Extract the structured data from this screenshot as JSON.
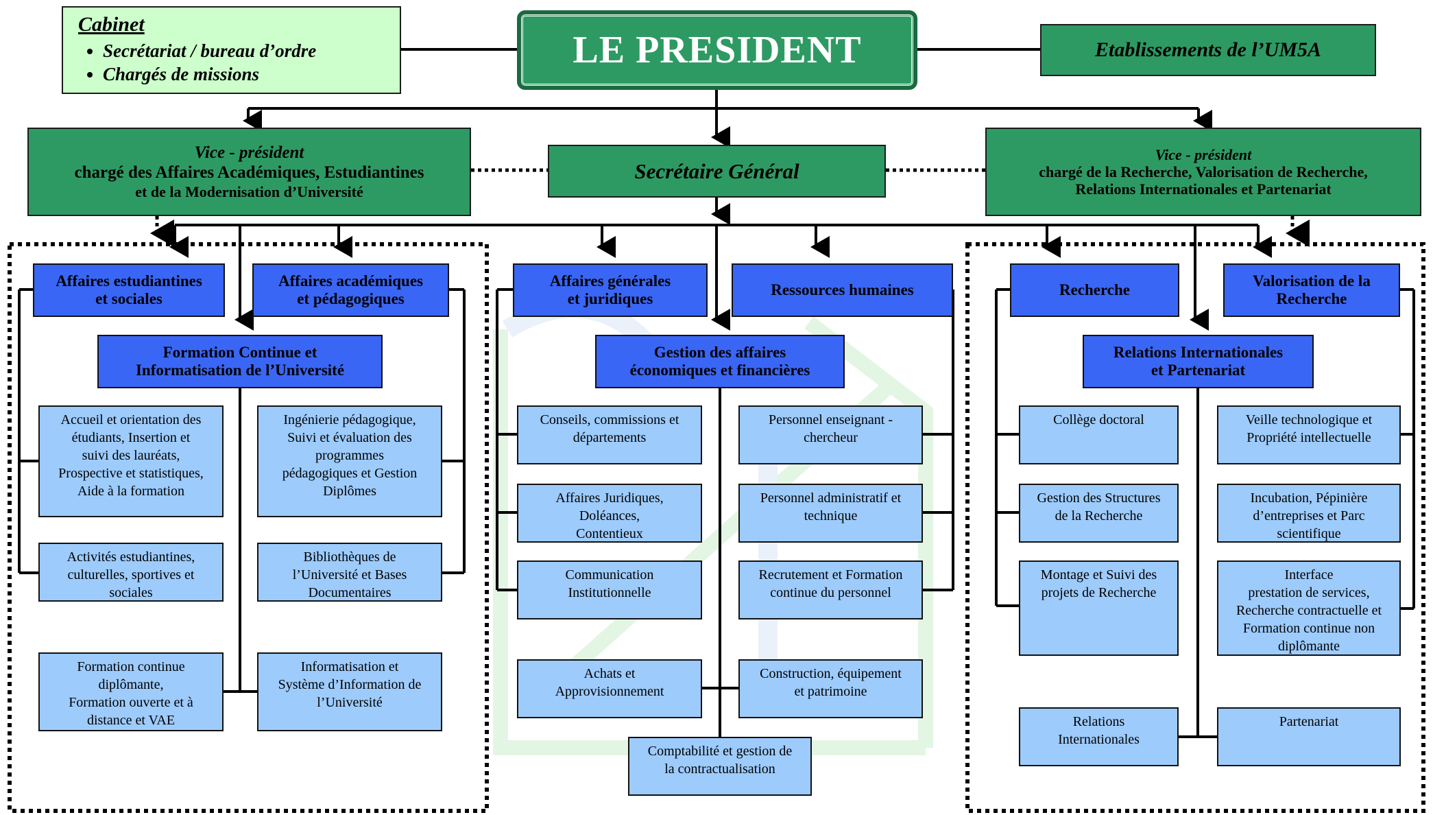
{
  "header": {
    "president": "LE PRESIDENT",
    "establishments": "Etablissements de l’UM5A",
    "cabinet": {
      "title": "Cabinet",
      "items": [
        "Secrétariat / bureau d’ordre",
        "Chargés de missions"
      ]
    }
  },
  "vp_left": {
    "role": "Vice - président",
    "line1": "chargé des Affaires Académiques, Estudiantines",
    "line2": "et de la Modernisation d’Université"
  },
  "secretary_general": "Secrétaire Général",
  "vp_right": {
    "role": "Vice - président",
    "line1": "chargé de la Recherche, Valorisation de Recherche,",
    "line2": "Relations Internationales et Partenariat"
  },
  "left_group": {
    "aff_etud": [
      "Affaires estudiantines",
      "et sociales"
    ],
    "aff_acad": [
      "Affaires académiques",
      "et pédagogiques"
    ],
    "formation": [
      "Formation Continue et",
      "Informatisation de l’Université"
    ],
    "services": {
      "accueil": [
        "Accueil et orientation des",
        "étudiants, Insertion et",
        "suivi des lauréats,",
        "Prospective et statistiques,",
        "Aide à la formation"
      ],
      "ingenierie": [
        "Ingénierie pédagogique,",
        "Suivi et évaluation des",
        "programmes",
        "pédagogiques et Gestion",
        "Diplômes"
      ],
      "activites": [
        "Activités estudiantines,",
        "culturelles, sportives et",
        "sociales"
      ],
      "bibliotheques": [
        "Bibliothèques de",
        "l’Université et Bases",
        "Documentaires"
      ],
      "formation_continue": [
        "Formation continue",
        "diplômante,",
        "Formation ouverte et à",
        "distance et VAE"
      ],
      "informatisation": [
        "Informatisation et",
        "Système d’Information de",
        "l’Université"
      ]
    }
  },
  "center_group": {
    "aff_gen": [
      "Affaires générales",
      "et juridiques"
    ],
    "rh": [
      "Ressources humaines"
    ],
    "gestion": [
      "Gestion des affaires",
      "économiques et financières"
    ],
    "services": {
      "conseils": [
        "Conseils, commissions et",
        "départements"
      ],
      "personnel_ens": [
        "Personnel enseignant -",
        "chercheur"
      ],
      "aff_jur": [
        "Affaires Juridiques,",
        "Doléances,",
        "Contentieux"
      ],
      "personnel_adm": [
        "Personnel administratif et",
        "technique"
      ],
      "communication": [
        "Communication",
        "Institutionnelle"
      ],
      "recrutement": [
        "Recrutement et Formation",
        "continue du personnel"
      ],
      "achats": [
        "Achats et",
        "Approvisionnement"
      ],
      "construction": [
        "Construction, équipement",
        "et patrimoine"
      ],
      "comptabilite": [
        "Comptabilité et gestion de",
        "la contractualisation"
      ]
    }
  },
  "right_group": {
    "recherche": [
      "Recherche"
    ],
    "valorisation": [
      "Valorisation de la",
      "Recherche"
    ],
    "relations": [
      "Relations Internationales",
      "et Partenariat"
    ],
    "services": {
      "college": [
        "Collège doctoral"
      ],
      "veille": [
        "Veille technologique et",
        "Propriété intellectuelle"
      ],
      "gestion_struct": [
        "Gestion des Structures",
        "de la Recherche"
      ],
      "incubation": [
        "Incubation, Pépinière",
        "d’entreprises et  Parc",
        "scientifique"
      ],
      "montage": [
        "Montage et Suivi des",
        "projets de Recherche"
      ],
      "interface": [
        "Interface",
        "prestation de services,",
        "Recherche contractuelle et",
        "Formation continue non",
        "diplômante"
      ],
      "rel_int": [
        "Relations",
        "Internationales"
      ],
      "partenariat": [
        "Partenariat"
      ]
    }
  },
  "colors": {
    "green": "#2e9a63",
    "dark_blue": "#3a66f5",
    "light_blue": "#9dcbfc",
    "cabinet_green": "#ccffcc",
    "watermark": "#e3f5e3"
  }
}
